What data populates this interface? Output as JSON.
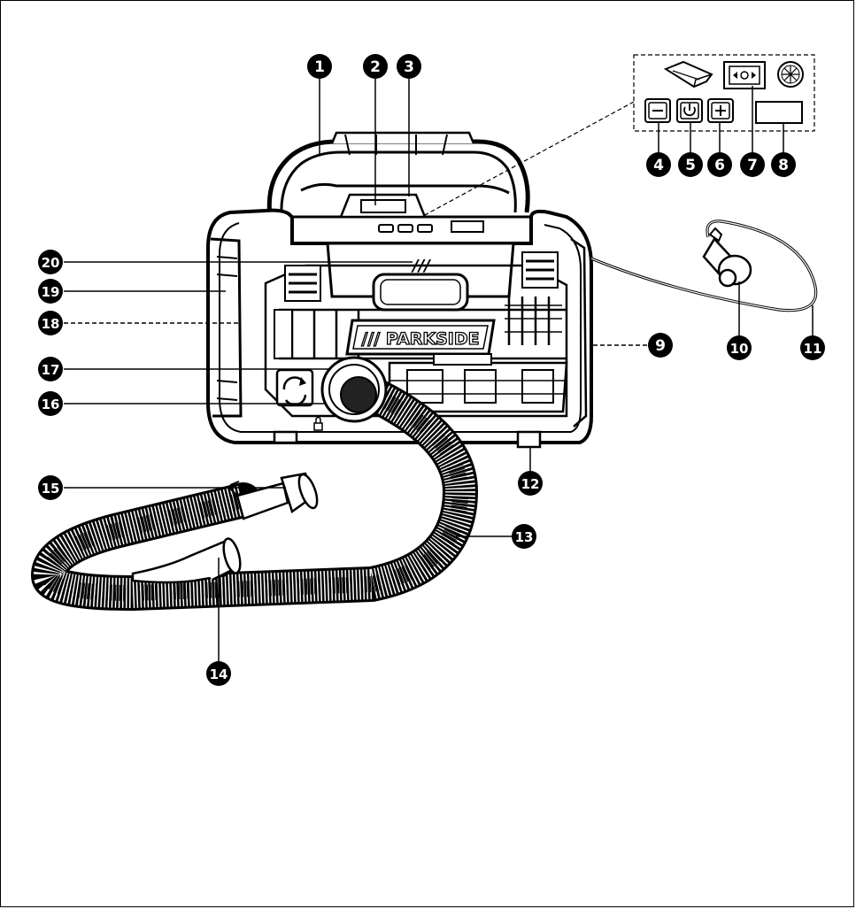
{
  "brand": "/// PARKSIDE",
  "stripe_mark": "///",
  "callouts": [
    "1",
    "2",
    "3",
    "4",
    "5",
    "6",
    "7",
    "8",
    "9",
    "10",
    "11",
    "12",
    "13",
    "14",
    "15",
    "16",
    "17",
    "18",
    "19",
    "20"
  ],
  "colors": {
    "line": "#000000",
    "background": "#ffffff",
    "badge": "#000000",
    "badge_text": "#ffffff"
  },
  "icons": [
    "minus-icon",
    "power-icon",
    "plus-icon",
    "swap-arrows-icon",
    "fan-icon",
    "battery-icon",
    "pump-icon",
    "padlock-icon"
  ]
}
